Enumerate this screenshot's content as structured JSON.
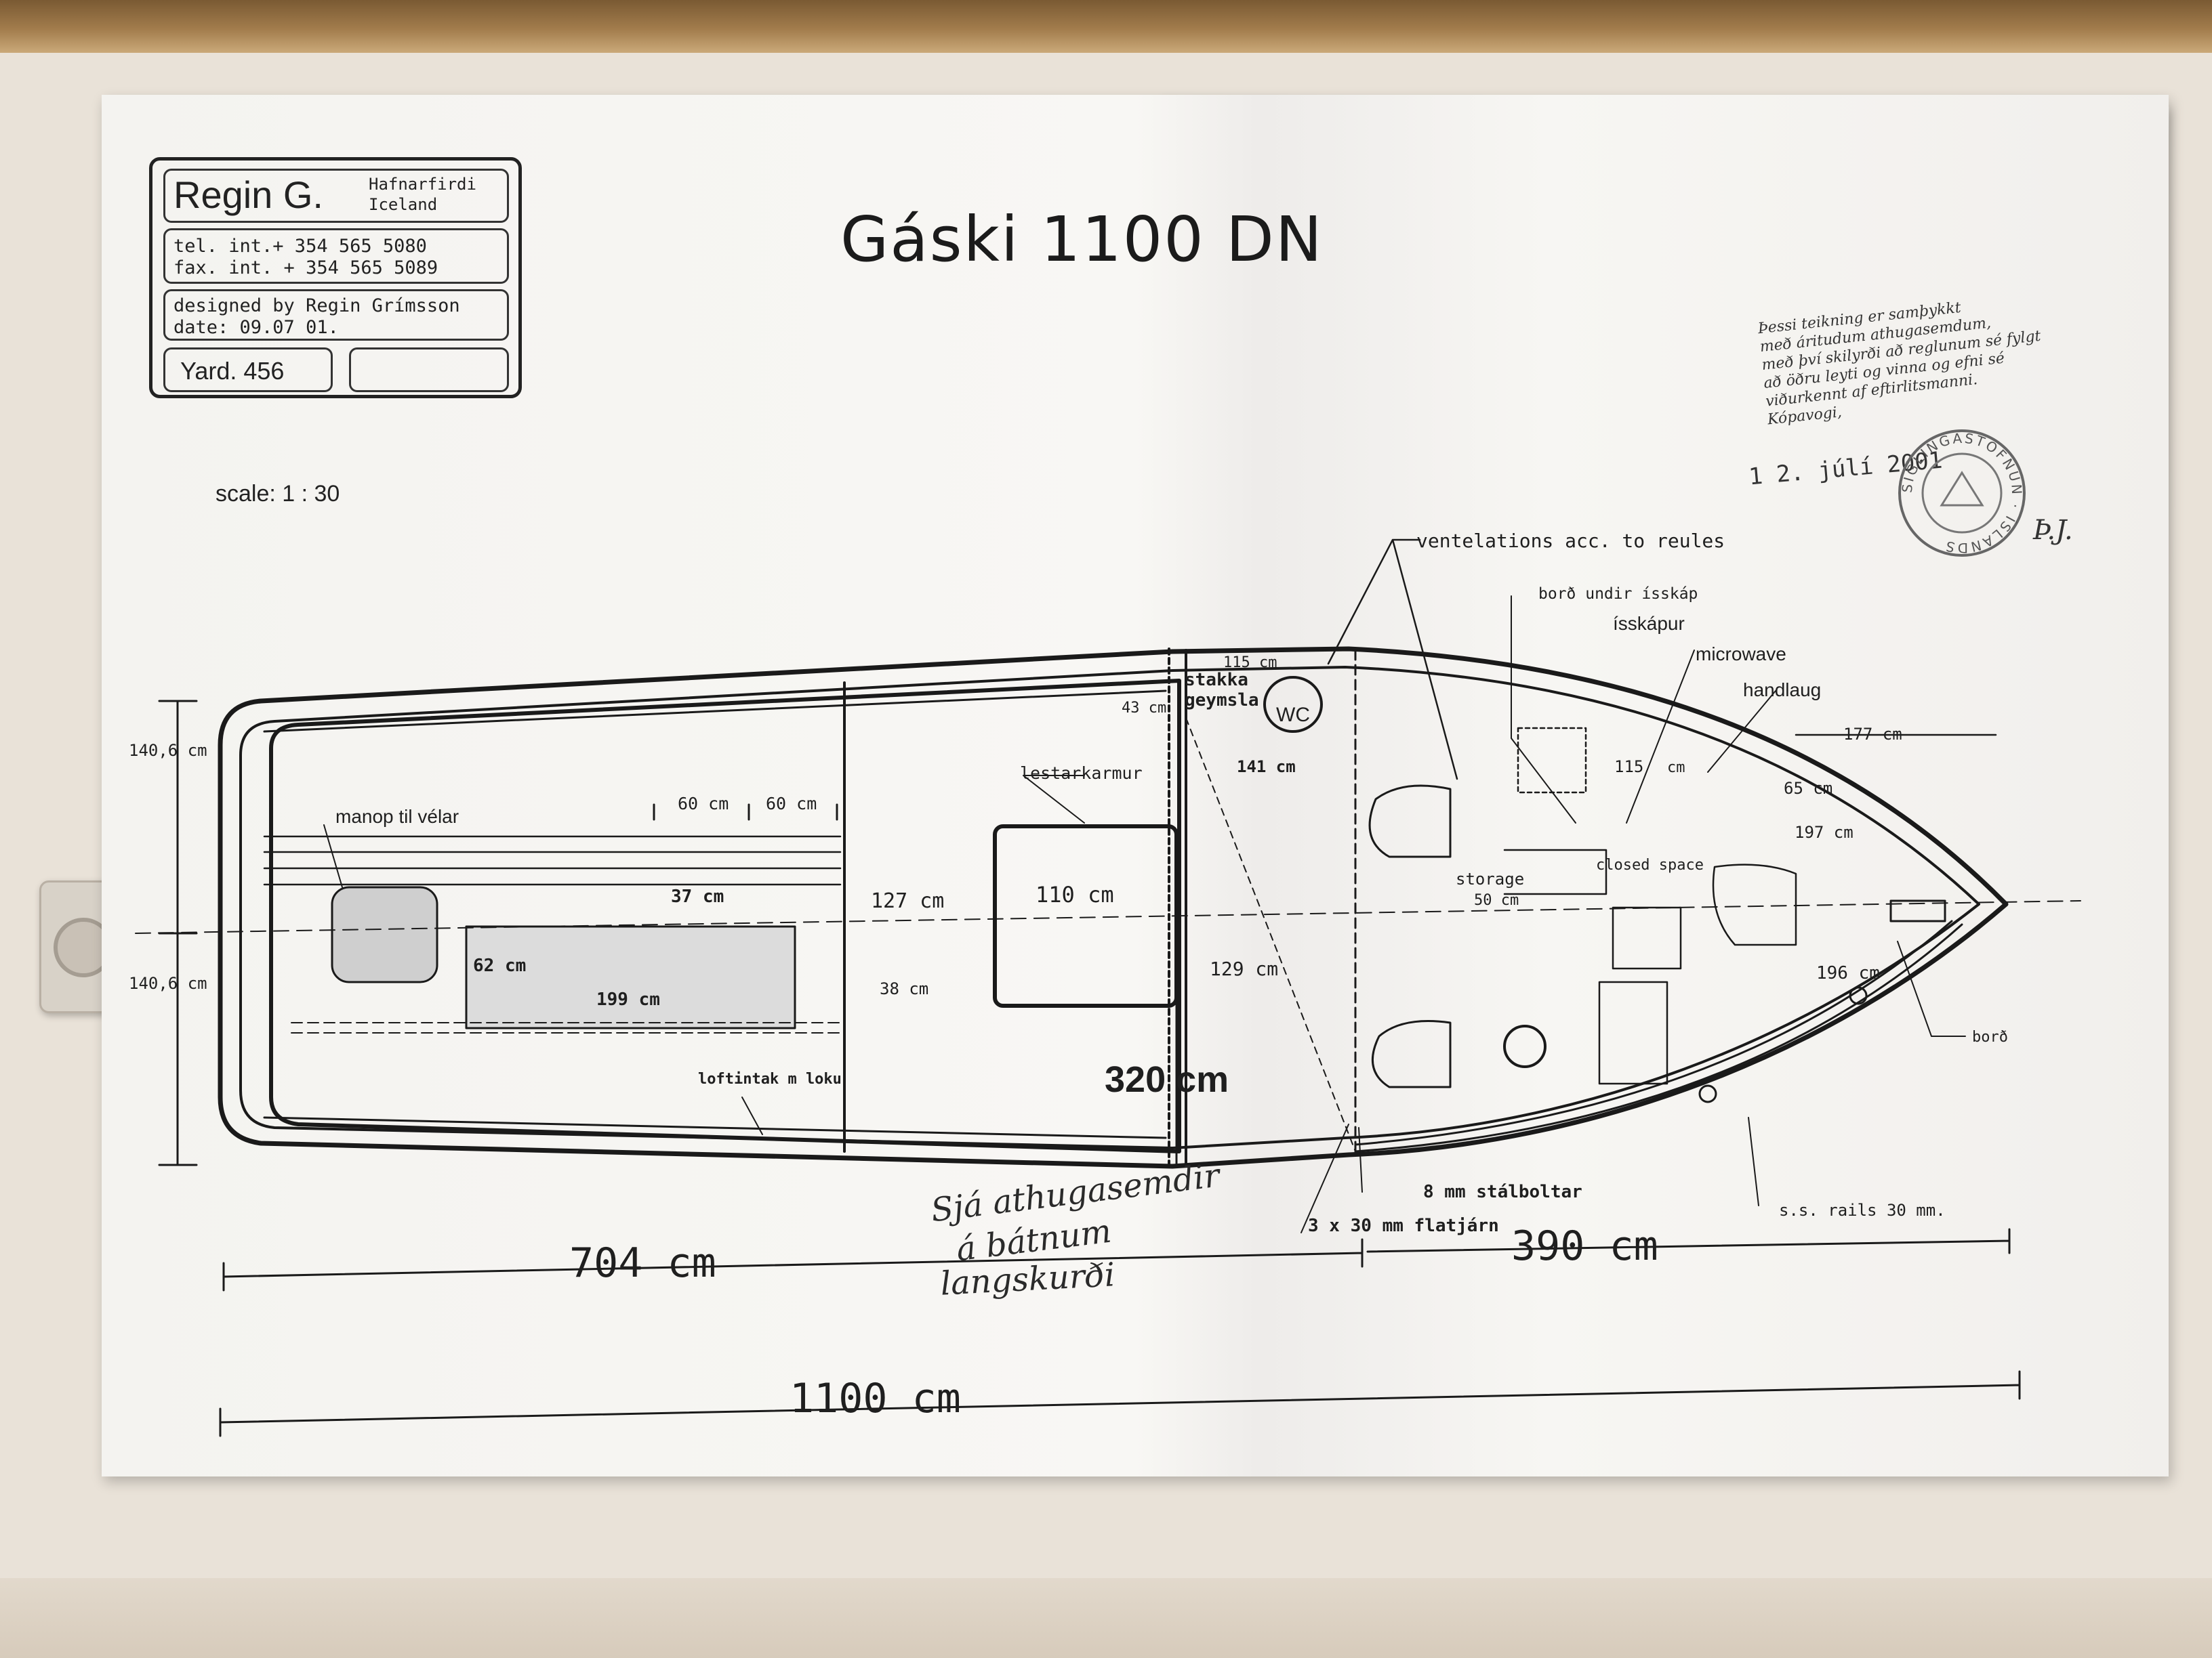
{
  "title_block": {
    "company": "Regin G.",
    "city": "Hafnarfirdi",
    "country": "Iceland",
    "tel": "tel. int.+ 354 565 5080",
    "fax": "fax. int. + 354 565 5089",
    "designer": "designed by Regin Grímsson",
    "date": "date: 09.07 01.",
    "yard": "Yard. 456"
  },
  "drawing_title": "Gáski 1100 DN",
  "scale": "scale: 1 : 30",
  "approval": {
    "text_lines": [
      "Þessi teikning er samþykkt",
      "með áritudum athugasemdum,",
      "með því skilyrði að reglunum sé fylgt",
      "að öðru leyti og vinna og efni sé",
      "viðurkennt af eftirlitsmanni.",
      "Kópavogi,"
    ],
    "stamp_date": "1 2. júlí 2001",
    "seal_text": "SIGLINGASTOFNUN · ÍSLANDS",
    "initials": "Þ.J."
  },
  "labels": {
    "ventilation": "ventelations acc. to reules",
    "bord_undir": "borð undir ísskáp",
    "isskapur": "ísskápur",
    "microwave": "microwave",
    "handlaug": "handlaug",
    "d115_top": "115 cm",
    "stakka": "stakka",
    "geymsla": "geymsla",
    "wc": "WC",
    "d43": "43 cm",
    "d141": "141 cm",
    "d177": "177 cm",
    "d115_mid": "115",
    "cm": "cm",
    "d65": "65 cm",
    "d197": "197 cm",
    "closed": "closed space",
    "storage": "storage",
    "d50": "50 cm",
    "d1406_top": "140,6 cm",
    "d1406_bot": "140,6 cm",
    "manop": "manop til vélar",
    "d60a": "60 cm",
    "d60b": "60 cm",
    "lestarkarmur": "lestarkarmur",
    "d37": "37 cm",
    "d127": "127 cm",
    "d110": "110 cm",
    "d62": "62 cm",
    "d199": "199 cm",
    "d38": "38 cm",
    "d129": "129 cm",
    "d196": "196 cm",
    "bord": "borð",
    "loftintak": "loftintak m loku",
    "d320": "320 cm",
    "stalboltar": "8 mm stálboltar",
    "flatjarn": "3 x 30 mm flatjárn",
    "rails": "s.s. rails 30 mm.",
    "d704": "704 cm",
    "d390": "390 cm",
    "d1100": "1100 cm"
  },
  "handwritten_note": [
    "Sjá athugasemdir",
    "á bátnum",
    "langskurði"
  ]
}
